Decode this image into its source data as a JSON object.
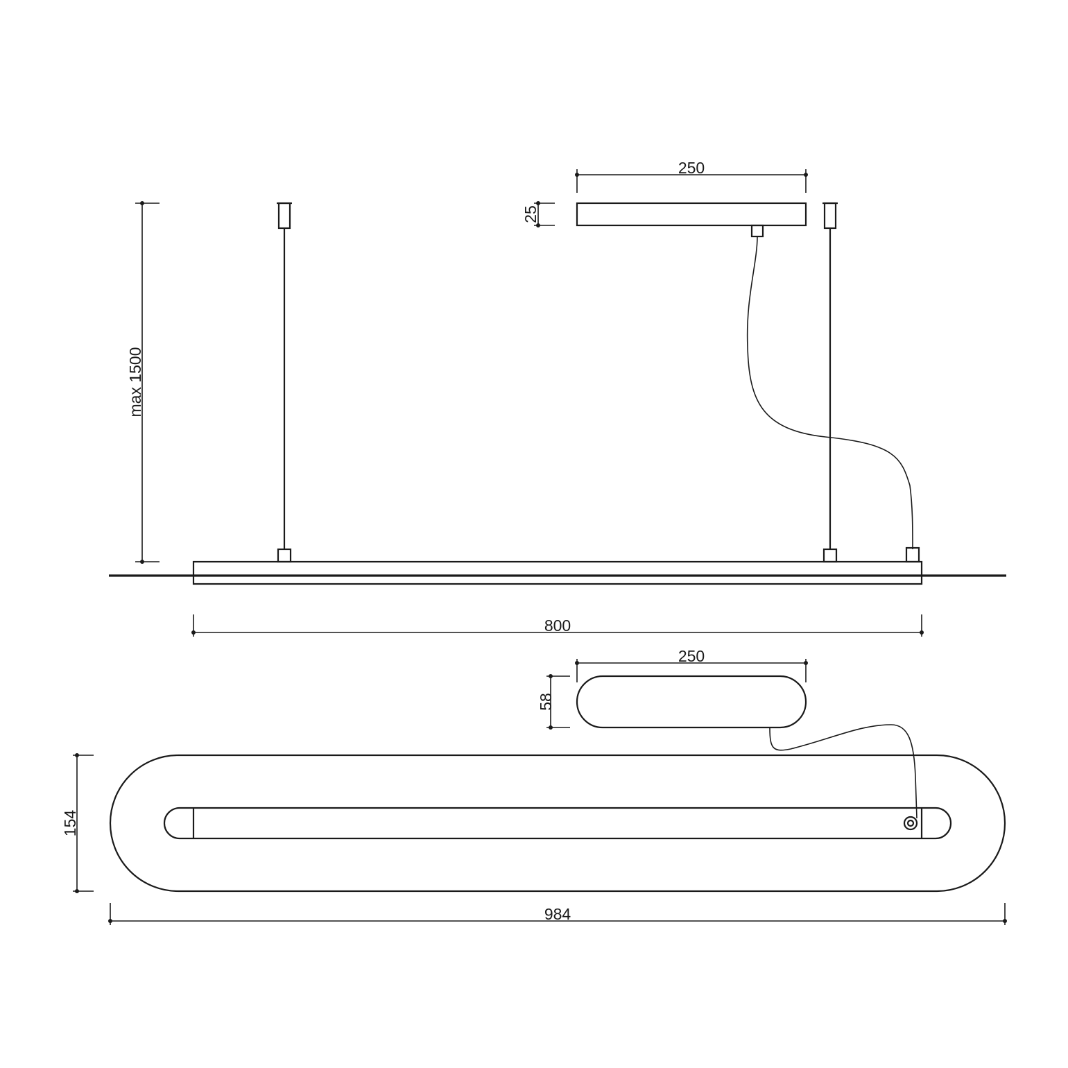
{
  "dimensions": {
    "ceiling_canopy_length": "250",
    "ceiling_canopy_height": "25",
    "suspension_height": "max 1500",
    "body_length_side": "800",
    "canopy_top_length": "250",
    "canopy_top_width": "58",
    "body_width_top": "154",
    "body_length_top": "984"
  },
  "colors": {
    "line": "#1a1a1a",
    "background": "#ffffff"
  }
}
